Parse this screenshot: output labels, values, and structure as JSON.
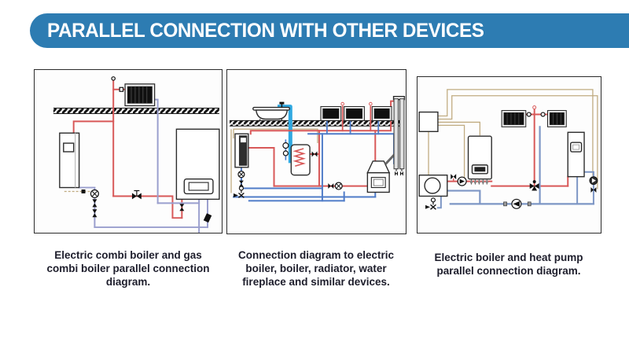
{
  "header": {
    "title": "PARALLEL CONNECTION WITH OTHER DEVICES"
  },
  "panels": [
    {
      "id": "electric-and-gas-combi",
      "caption": "Electric combi boiler and gas combi boiler parallel connection diagram.",
      "components": [
        "electric combi boiler",
        "gas combi boiler",
        "radiator",
        "ceiling line",
        "shut-off valve",
        "circulation pump"
      ]
    },
    {
      "id": "multi-device-connection",
      "caption": "Connection diagram to electric boiler, boiler, radiator, water fireplace and similar devices.",
      "components": [
        "bathtub",
        "electric boiler",
        "indirect water tank with coil",
        "radiators",
        "water fireplace",
        "chimney heat exchanger",
        "filling tap",
        "circulation pump"
      ]
    },
    {
      "id": "electric-boiler-heat-pump",
      "caption": "Electric boiler and heat pump parallel connection diagram.",
      "components": [
        "control box",
        "electric boiler",
        "heat pump",
        "radiators",
        "electric combi boiler",
        "circulation pump",
        "mixing valve",
        "filling tap"
      ]
    }
  ],
  "colors": {
    "header_bg": "#2d7cb2",
    "panel_bg": "#fdfdfd",
    "outline": "#2b2b2b",
    "caption_text": "#1d1d2b",
    "pipe_hot": "#d85858",
    "pipe_cold_muted": "#9a9fce",
    "pipe_cold_blue": "#4f7cc8",
    "pipe_cold_steel": "#7d96c5",
    "pipe_dhw": "#2fa8e1",
    "wire_tan": "#c0ab80",
    "component_dark": "#111111"
  }
}
